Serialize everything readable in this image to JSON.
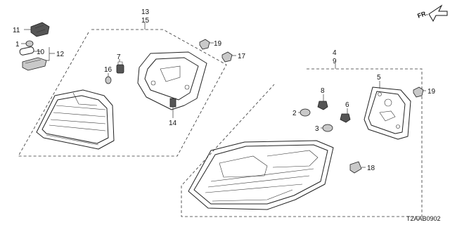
{
  "diagram_code": "T2AAB0902",
  "direction_label": "FR.",
  "callouts": {
    "c1": "1",
    "c2": "2",
    "c3": "3",
    "c4": "4",
    "c5": "5",
    "c6": "6",
    "c7": "7",
    "c8": "8",
    "c9": "9",
    "c10": "10",
    "c11": "11",
    "c12": "12",
    "c13": "13",
    "c14": "14",
    "c15": "15",
    "c16": "16",
    "c17": "17",
    "c18": "18",
    "c19a": "19",
    "c19b": "19"
  }
}
